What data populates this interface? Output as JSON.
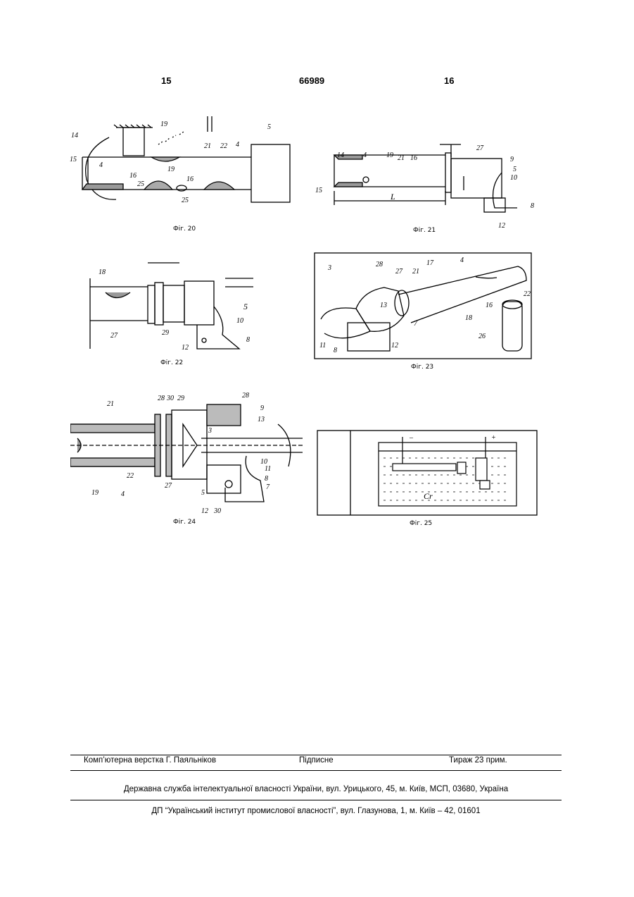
{
  "header": {
    "left_page": "15",
    "patent_number": "66989",
    "right_page": "16"
  },
  "figures": {
    "fig20": {
      "caption": "Фіг. 20",
      "labels": [
        "14",
        "15",
        "4",
        "16",
        "25",
        "19",
        "21",
        "22",
        "4",
        "5",
        "19",
        "16",
        "25"
      ]
    },
    "fig21": {
      "caption": "Фіг. 21",
      "labels": [
        "14",
        "15",
        "4",
        "19",
        "21",
        "16",
        "27",
        "9",
        "5",
        "10",
        "8",
        "12",
        "L"
      ]
    },
    "fig22": {
      "caption": "Фіг. 22",
      "labels": [
        "18",
        "27",
        "29",
        "5",
        "10",
        "12",
        "8"
      ]
    },
    "fig23": {
      "caption": "Фіг. 23",
      "labels": [
        "3",
        "28",
        "27",
        "21",
        "17",
        "4",
        "22",
        "16",
        "18",
        "13",
        "7",
        "11",
        "8",
        "12",
        "26"
      ]
    },
    "fig24": {
      "caption": "Фіг. 24",
      "labels": [
        "21",
        "28",
        "30",
        "29",
        "28",
        "9",
        "13",
        "3",
        "22",
        "19",
        "4",
        "27",
        "5",
        "12",
        "30",
        "10",
        "11",
        "8",
        "7"
      ]
    },
    "fig25": {
      "caption": "Фіг. 25",
      "labels": [
        "–",
        "+",
        "Cr"
      ]
    }
  },
  "footer": {
    "layout": "Комп’ютерна верстка Г. Паяльніков",
    "signed": "Підписне",
    "circulation": "Тираж 23 прим.",
    "agency": "Державна служба інтелектуальної власності України, вул. Урицького, 45, м. Київ, МСП, 03680, Україна",
    "institute": "ДП “Український інститут промислової власності”, вул. Глазунова, 1, м. Київ – 42, 01601"
  }
}
